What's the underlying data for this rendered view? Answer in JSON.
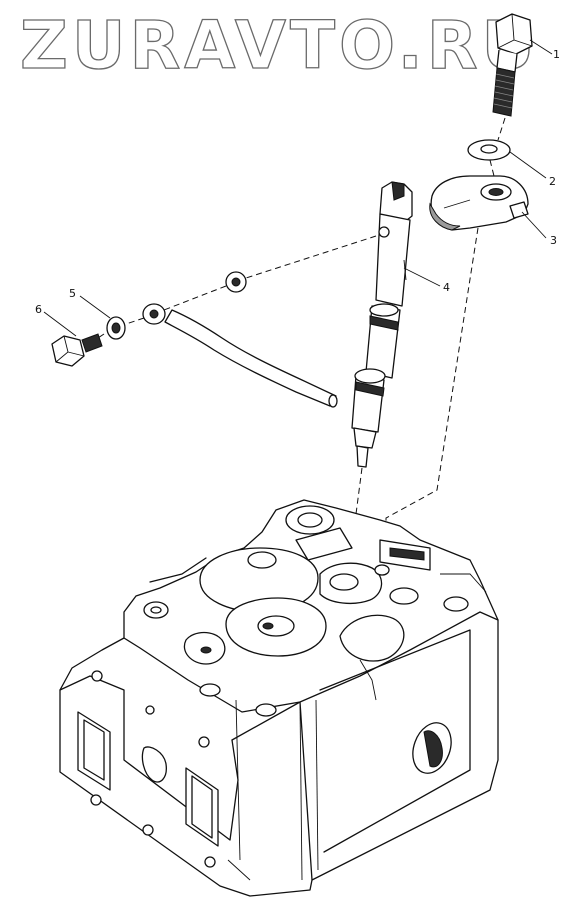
{
  "watermark": {
    "text": "ZURAVTO.RU"
  },
  "callouts": [
    {
      "label": "1",
      "part": "bolt"
    },
    {
      "label": "2",
      "part": "washer"
    },
    {
      "label": "3",
      "part": "clamp"
    },
    {
      "label": "4",
      "part": "injector"
    },
    {
      "label": "5",
      "part": "seal-washer"
    },
    {
      "label": "6",
      "part": "banjo-bolt"
    }
  ]
}
